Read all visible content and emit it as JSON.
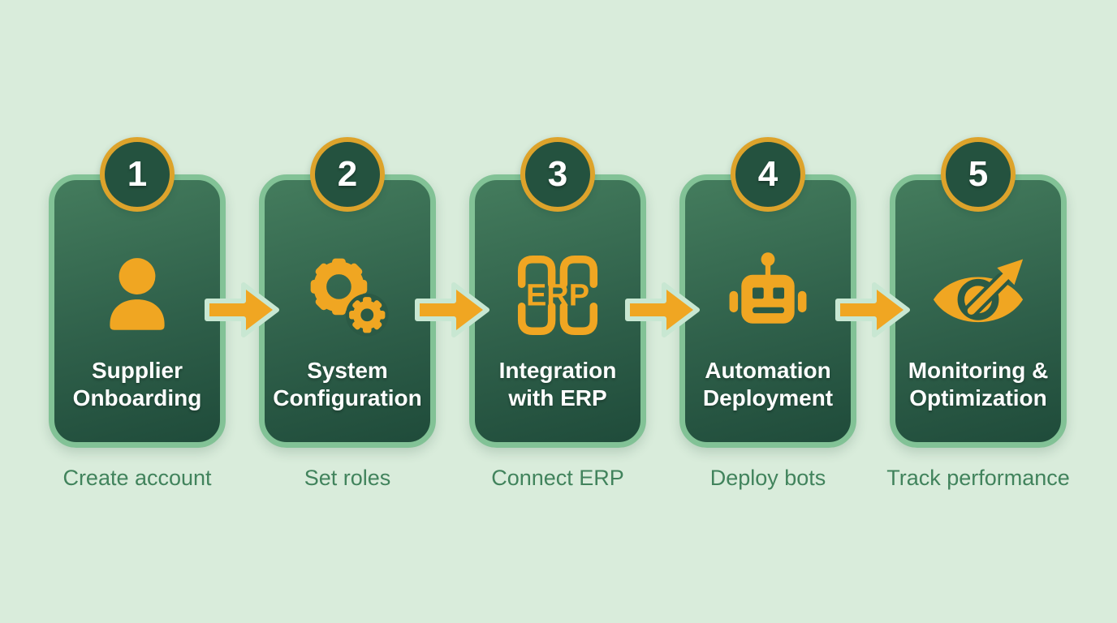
{
  "diagram": {
    "type": "process-flow",
    "direction": "left-to-right",
    "step_count": 5
  },
  "steps": [
    {
      "number": "1",
      "title_line1": "Supplier",
      "title_line2": "Onboarding",
      "subtitle": "Create account",
      "icon": "person-icon"
    },
    {
      "number": "2",
      "title_line1": "System",
      "title_line2": "Configuration",
      "subtitle": "Set roles",
      "icon": "gears-icon"
    },
    {
      "number": "3",
      "title_line1": "Integration",
      "title_line2": "with ERP",
      "subtitle": "Connect ERP",
      "icon": "erp-icon"
    },
    {
      "number": "4",
      "title_line1": "Automation",
      "title_line2": "Deployment",
      "subtitle": "Deploy bots",
      "icon": "robot-icon"
    },
    {
      "number": "5",
      "title_line1": "Monitoring &",
      "title_line2": "Optimization",
      "subtitle": "Track performance",
      "icon": "eye-trend-icon"
    }
  ],
  "erp_icon_label": "ERP",
  "colors": {
    "background": "#d9ecdb",
    "card_border": "#82c296",
    "card_gradient_top": "#447c5d",
    "card_gradient_bottom": "#1f4b3a",
    "badge_fill": "#24523f",
    "badge_ring": "#dda32b",
    "accent_amber": "#f0a622",
    "arrow_outline_mint": "#c8e7d2",
    "title_text": "#ffffff",
    "subtitle_text": "#41835c",
    "icon_cutout_green": "#2b5a45"
  }
}
